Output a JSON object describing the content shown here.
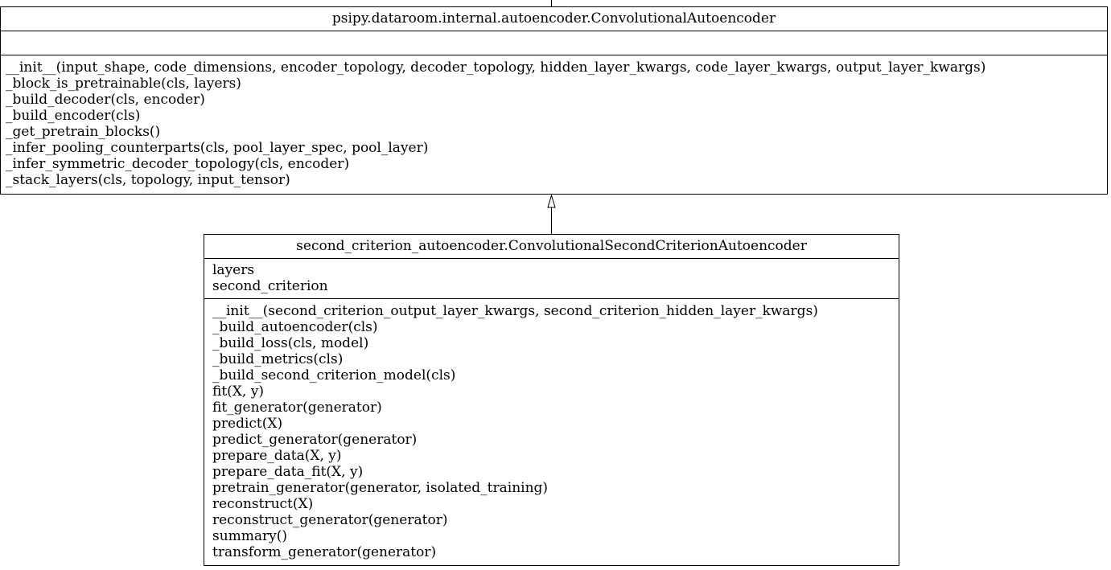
{
  "parent_class": {
    "name": "psipy.dataroom.internal.autoencoder.ConvolutionalAutoencoder",
    "attributes": [],
    "methods": [
      "__init__(input_shape, code_dimensions, encoder_topology, decoder_topology, hidden_layer_kwargs, code_layer_kwargs, output_layer_kwargs)",
      "_block_is_pretrainable(cls, layers)",
      "_build_decoder(cls, encoder)",
      "_build_encoder(cls)",
      "_get_pretrain_blocks()",
      "_infer_pooling_counterparts(cls, pool_layer_spec, pool_layer)",
      "_infer_symmetric_decoder_topology(cls, encoder)",
      "_stack_layers(cls, topology, input_tensor)"
    ]
  },
  "child_class": {
    "name": "second_criterion_autoencoder.ConvolutionalSecondCriterionAutoencoder",
    "attributes": [
      "layers",
      "second_criterion"
    ],
    "methods": [
      "__init__(second_criterion_output_layer_kwargs, second_criterion_hidden_layer_kwargs)",
      "_build_autoencoder(cls)",
      "_build_loss(cls, model)",
      "_build_metrics(cls)",
      "_build_second_criterion_model(cls)",
      "fit(X, y)",
      "fit_generator(generator)",
      "predict(X)",
      "predict_generator(generator)",
      "prepare_data(X, y)",
      "prepare_data_fit(X, y)",
      "pretrain_generator(generator, isolated_training)",
      "reconstruct(X)",
      "reconstruct_generator(generator)",
      "summary()",
      "transform_generator(generator)"
    ]
  }
}
